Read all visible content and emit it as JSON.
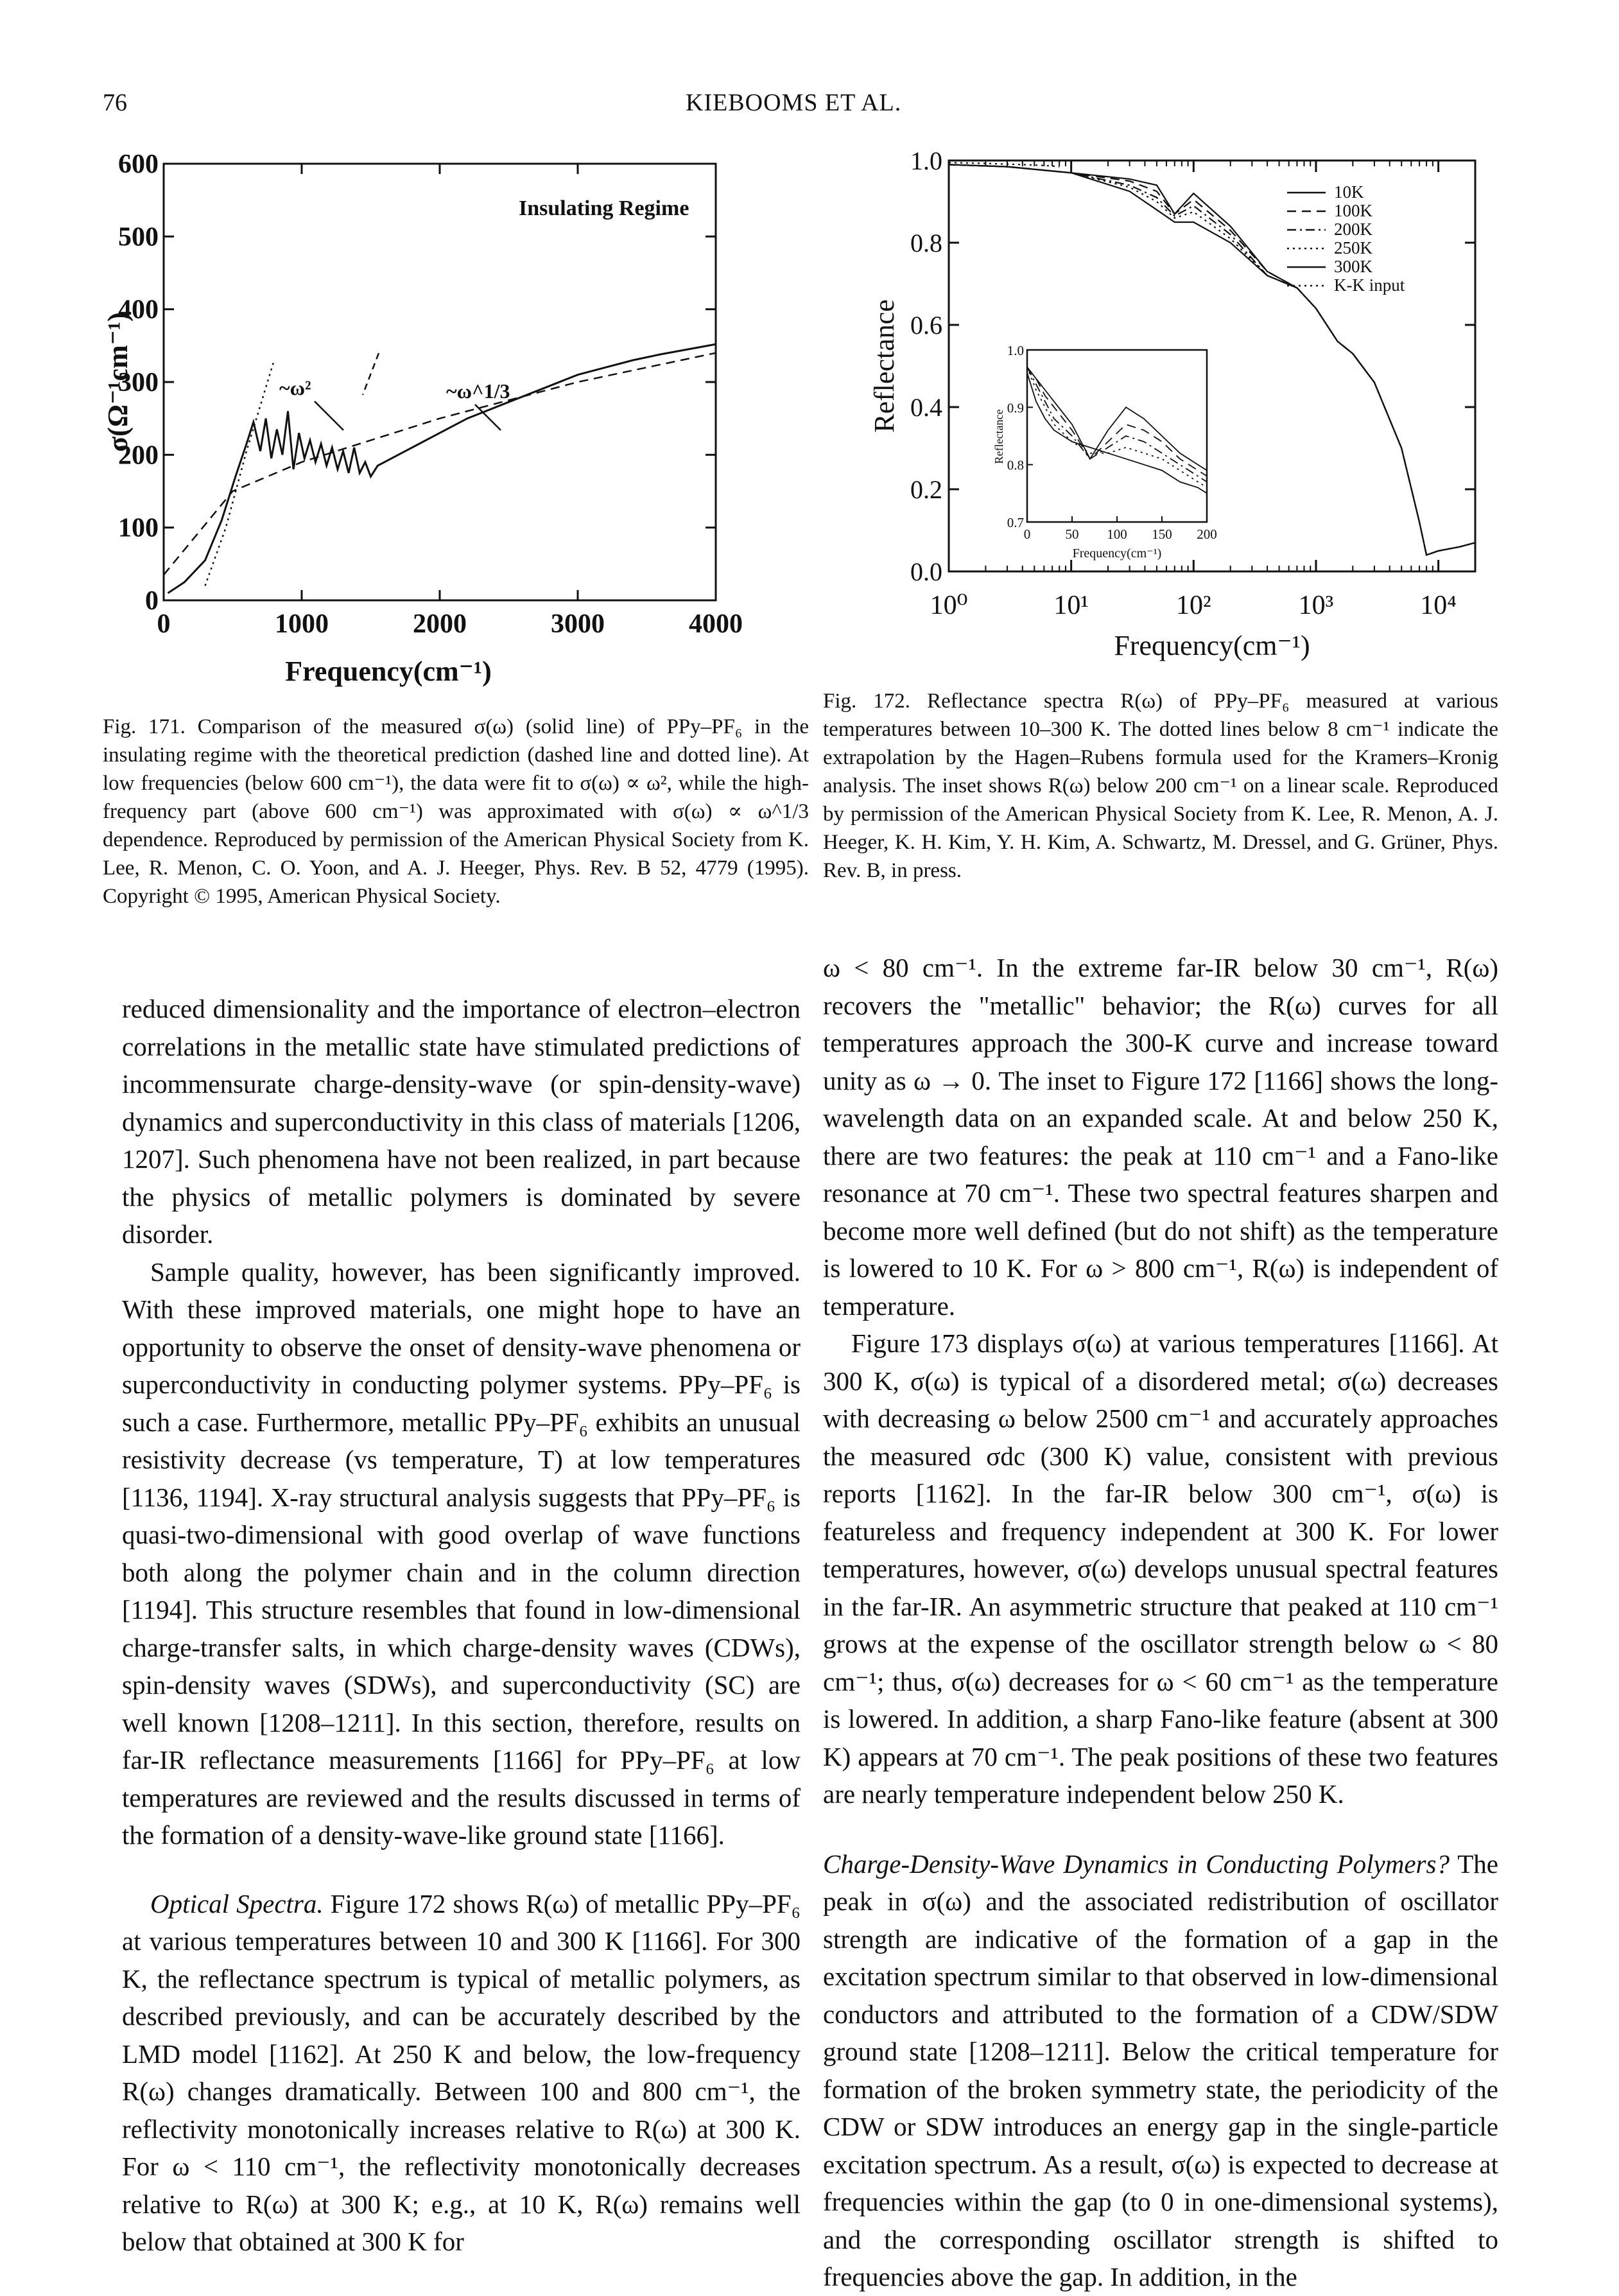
{
  "header": {
    "page_number": "76",
    "running_head": "KIEBOOMS ET AL."
  },
  "fig171": {
    "caption": "Fig. 171. Comparison of the measured σ(ω) (solid line) of PPy–PF₆ in the insulating regime with the theoretical prediction (dashed line and dotted line). At low frequencies (below 600 cm⁻¹), the data were fit to σ(ω) ∝ ω², while the high-frequency part (above 600 cm⁻¹) was approximated with σ(ω) ∝ ω^1/3 dependence. Reproduced by permission of the American Physical Society from K. Lee, R. Menon, C. O. Yoon, and A. J. Heeger, Phys. Rev. B 52, 4779 (1995). Copyright © 1995, American Physical Society."
  },
  "fig172": {
    "caption": "Fig. 172. Reflectance spectra R(ω) of PPy–PF₆ measured at various temperatures between 10–300 K. The dotted lines below 8 cm⁻¹ indicate the extrapolation by the Hagen–Rubens formula used for the Kramers–Kronig analysis. The inset shows R(ω) below 200 cm⁻¹ on a linear scale. Reproduced by permission of the American Physical Society from K. Lee, R. Menon, A. J. Heeger, K. H. Kim, Y. H. Kim, A. Schwartz, M. Dressel, and G. Grüner, Phys. Rev. B, in press."
  },
  "chart_data": [
    {
      "type": "line",
      "id": "fig171",
      "xlabel": "Frequency(cm⁻¹)",
      "ylabel": "σ(Ω⁻¹cm⁻¹)",
      "xlim": [
        0,
        4000
      ],
      "ylim": [
        0,
        600
      ],
      "xticks": [
        "0",
        "1000",
        "2000",
        "3000",
        "4000"
      ],
      "yticks": [
        "0",
        "100",
        "200",
        "300",
        "400",
        "500",
        "600"
      ],
      "annotations": [
        "Insulating Regime",
        "~ω²",
        "~ω^1/3"
      ],
      "series": [
        {
          "style": "solid",
          "x": [
            30,
            150,
            300,
            420,
            520,
            600,
            650,
            700,
            740,
            780,
            820,
            860,
            900,
            940,
            980,
            1020,
            1060,
            1100,
            1140,
            1180,
            1220,
            1260,
            1300,
            1340,
            1380,
            1420,
            1460,
            1500,
            1550,
            1600,
            1700,
            1800,
            2000,
            2200,
            2400,
            2600,
            2800,
            3000,
            3200,
            3400,
            3600,
            3800,
            4000
          ],
          "y": [
            10,
            25,
            55,
            110,
            170,
            215,
            245,
            205,
            250,
            195,
            235,
            200,
            260,
            180,
            230,
            195,
            220,
            190,
            215,
            185,
            210,
            180,
            205,
            175,
            210,
            175,
            190,
            170,
            185,
            190,
            200,
            210,
            230,
            250,
            265,
            280,
            295,
            310,
            320,
            330,
            338,
            345,
            352
          ]
        },
        {
          "style": "dashed",
          "x": [
            0,
            500,
            1000,
            1500,
            2000,
            2500,
            3000,
            3500,
            4000
          ],
          "y": [
            35,
            150,
            190,
            220,
            250,
            275,
            300,
            320,
            340
          ]
        },
        {
          "style": "dotted",
          "x": [
            300,
            450,
            600,
            720,
            800
          ],
          "y": [
            20,
            100,
            205,
            280,
            330
          ]
        }
      ]
    },
    {
      "type": "line",
      "id": "fig172",
      "xlabel": "Frequency(cm⁻¹)",
      "ylabel": "Reflectance",
      "xscale": "log",
      "xlim": [
        1,
        20000
      ],
      "ylim": [
        0.0,
        1.0
      ],
      "xticks": [
        "10⁰",
        "10¹",
        "10²",
        "10³",
        "10⁴"
      ],
      "yticks": [
        "0.0",
        "0.2",
        "0.4",
        "0.6",
        "0.8",
        "1.0"
      ],
      "legend": [
        "10K",
        "100K",
        "200K",
        "250K",
        "300K",
        "K-K input"
      ],
      "series": [
        {
          "name": "10K",
          "x": [
            1,
            3,
            10,
            30,
            50,
            70,
            100,
            200,
            400,
            700,
            1000,
            1500,
            2000,
            3000,
            5000,
            7000,
            8000,
            10000,
            15000,
            20000
          ],
          "y": [
            0.99,
            0.985,
            0.97,
            0.955,
            0.94,
            0.87,
            0.92,
            0.84,
            0.73,
            0.69,
            0.64,
            0.56,
            0.53,
            0.46,
            0.3,
            0.12,
            0.04,
            0.05,
            0.06,
            0.07
          ]
        },
        {
          "name": "100K",
          "x": [
            1,
            3,
            10,
            30,
            50,
            70,
            100,
            200,
            400,
            700,
            1000,
            1500,
            2000,
            3000,
            5000,
            7000,
            8000,
            10000,
            15000,
            20000
          ],
          "y": [
            0.99,
            0.985,
            0.97,
            0.95,
            0.925,
            0.87,
            0.905,
            0.83,
            0.73,
            0.69,
            0.64,
            0.56,
            0.53,
            0.46,
            0.3,
            0.12,
            0.04,
            0.05,
            0.06,
            0.07
          ]
        },
        {
          "name": "200K",
          "x": [
            1,
            3,
            10,
            30,
            50,
            70,
            100,
            200,
            400,
            700,
            1000,
            1500,
            2000,
            3000,
            5000,
            7000,
            8000,
            10000,
            15000,
            20000
          ],
          "y": [
            0.99,
            0.985,
            0.97,
            0.94,
            0.91,
            0.865,
            0.89,
            0.82,
            0.72,
            0.69,
            0.64,
            0.56,
            0.53,
            0.46,
            0.3,
            0.12,
            0.04,
            0.05,
            0.06,
            0.07
          ]
        },
        {
          "name": "250K",
          "x": [
            1,
            3,
            10,
            30,
            50,
            70,
            100,
            200,
            400,
            700,
            1000,
            1500,
            2000,
            3000,
            5000,
            7000,
            8000,
            10000,
            15000,
            20000
          ],
          "y": [
            0.99,
            0.985,
            0.97,
            0.935,
            0.9,
            0.86,
            0.875,
            0.81,
            0.72,
            0.69,
            0.64,
            0.56,
            0.53,
            0.46,
            0.3,
            0.12,
            0.04,
            0.05,
            0.06,
            0.07
          ]
        },
        {
          "name": "300K",
          "x": [
            1,
            3,
            10,
            30,
            50,
            70,
            100,
            200,
            400,
            700,
            1000,
            1500,
            2000,
            3000,
            5000,
            7000,
            8000,
            10000,
            15000,
            20000
          ],
          "y": [
            0.99,
            0.985,
            0.97,
            0.925,
            0.88,
            0.85,
            0.85,
            0.8,
            0.72,
            0.69,
            0.64,
            0.56,
            0.53,
            0.46,
            0.3,
            0.12,
            0.04,
            0.05,
            0.06,
            0.07
          ]
        },
        {
          "name": "K-K input",
          "x": [
            1,
            2,
            4,
            6,
            8
          ],
          "y": [
            0.995,
            0.993,
            0.99,
            0.988,
            0.985
          ]
        }
      ],
      "inset": {
        "xlabel": "Frequency(cm⁻¹)",
        "ylabel": "Reflectance",
        "xlim": [
          0,
          200
        ],
        "ylim": [
          0.7,
          1.0
        ],
        "xticks": [
          "0",
          "50",
          "100",
          "150",
          "200"
        ],
        "yticks": [
          "0.7",
          "0.8",
          "0.9",
          "1.0"
        ],
        "series": [
          {
            "name": "10K",
            "x": [
              0,
              10,
              20,
              30,
              50,
              70,
              90,
              110,
              130,
              150,
              170,
              190,
              200
            ],
            "y": [
              0.97,
              0.95,
              0.93,
              0.91,
              0.87,
              0.81,
              0.86,
              0.9,
              0.88,
              0.85,
              0.82,
              0.8,
              0.79
            ]
          },
          {
            "name": "100K",
            "x": [
              0,
              10,
              20,
              30,
              50,
              70,
              90,
              110,
              130,
              150,
              170,
              190,
              200
            ],
            "y": [
              0.97,
              0.95,
              0.92,
              0.9,
              0.86,
              0.81,
              0.84,
              0.87,
              0.86,
              0.84,
              0.81,
              0.79,
              0.78
            ]
          },
          {
            "name": "200K",
            "x": [
              0,
              10,
              20,
              30,
              50,
              70,
              90,
              110,
              130,
              150,
              170,
              190,
              200
            ],
            "y": [
              0.97,
              0.94,
              0.91,
              0.88,
              0.85,
              0.81,
              0.83,
              0.85,
              0.84,
              0.82,
              0.8,
              0.78,
              0.77
            ]
          },
          {
            "name": "250K",
            "x": [
              0,
              10,
              20,
              30,
              50,
              70,
              90,
              110,
              130,
              150,
              170,
              190,
              200
            ],
            "y": [
              0.97,
              0.93,
              0.9,
              0.87,
              0.84,
              0.82,
              0.82,
              0.83,
              0.82,
              0.81,
              0.79,
              0.77,
              0.76
            ]
          },
          {
            "name": "300K",
            "x": [
              0,
              10,
              20,
              30,
              50,
              70,
              90,
              110,
              130,
              150,
              170,
              190,
              200
            ],
            "y": [
              0.96,
              0.91,
              0.88,
              0.86,
              0.84,
              0.83,
              0.82,
              0.81,
              0.8,
              0.79,
              0.77,
              0.76,
              0.75
            ]
          }
        ]
      }
    }
  ],
  "left_column": {
    "p1": "reduced dimensionality and the importance of electron–electron correlations in the metallic state have stimulated predictions of incommensurate charge-density-wave (or spin-density-wave) dynamics and superconductivity in this class of materials [1206, 1207]. Such phenomena have not been realized, in part because the physics of metallic polymers is dominated by severe disorder.",
    "p2": "Sample quality, however, has been significantly improved. With these improved materials, one might hope to have an opportunity to observe the onset of density-wave phenomena or superconductivity in conducting polymer systems. PPy–PF₆ is such a case. Furthermore, metallic PPy–PF₆ exhibits an unusual resistivity decrease (vs temperature, T) at low temperatures [1136, 1194]. X-ray structural analysis suggests that PPy–PF₆ is quasi-two-dimensional with good overlap of wave functions both along the polymer chain and in the column direction [1194]. This structure resembles that found in low-dimensional charge-transfer salts, in which charge-density waves (CDWs), spin-density waves (SDWs), and superconductivity (SC) are well known [1208–1211]. In this section, therefore, results on far-IR reflectance measurements [1166] for PPy–PF₆ at low temperatures are reviewed and the results discussed in terms of the formation of a density-wave-like ground state [1166].",
    "p3_heading": "Optical Spectra.",
    "p3": "Figure 172 shows R(ω) of metallic PPy–PF₆ at various temperatures between 10 and 300 K [1166]. For 300 K, the reflectance spectrum is typical of metallic polymers, as described previously, and can be accurately described by the LMD model [1162]. At 250 K and below, the low-frequency R(ω) changes dramatically. Between 100 and 800 cm⁻¹, the reflectivity monotonically increases relative to R(ω) at 300 K. For ω < 110 cm⁻¹, the reflectivity monotonically decreases relative to R(ω) at 300 K; e.g., at 10 K, R(ω) remains well below that obtained at 300 K for"
  },
  "right_column": {
    "p1": "ω < 80 cm⁻¹. In the extreme far-IR below 30 cm⁻¹, R(ω) recovers the \"metallic\" behavior; the R(ω) curves for all temperatures approach the 300-K curve and increase toward unity as ω → 0. The inset to Figure 172 [1166] shows the long-wavelength data on an expanded scale. At and below 250 K, there are two features: the peak at 110 cm⁻¹ and a Fano-like resonance at 70 cm⁻¹. These two spectral features sharpen and become more well defined (but do not shift) as the temperature is lowered to 10 K. For ω > 800 cm⁻¹, R(ω) is independent of temperature.",
    "p2": "Figure 173 displays σ(ω) at various temperatures [1166]. At 300 K, σ(ω) is typical of a disordered metal; σ(ω) decreases with decreasing ω below 2500 cm⁻¹ and accurately approaches the measured σdc (300 K) value, consistent with previous reports [1162]. In the far-IR below 300 cm⁻¹, σ(ω) is featureless and frequency independent at 300 K. For lower temperatures, however, σ(ω) develops unusual spectral features in the far-IR. An asymmetric structure that peaked at 110 cm⁻¹ grows at the expense of the oscillator strength below ω < 80 cm⁻¹; thus, σ(ω) decreases for ω < 60 cm⁻¹ as the temperature is lowered. In addition, a sharp Fano-like feature (absent at 300 K) appears at 70 cm⁻¹. The peak positions of these two features are nearly temperature independent below 250 K.",
    "p3_heading": "Charge-Density-Wave Dynamics in Conducting Polymers?",
    "p3": "The peak in σ(ω) and the associated redistribution of oscillator strength are indicative of the formation of a gap in the excitation spectrum similar to that observed in low-dimensional conductors and attributed to the formation of a CDW/SDW ground state [1208–1211]. Below the critical temperature for formation of the broken symmetry state, the periodicity of the CDW or SDW introduces an energy gap in the single-particle excitation spectrum. As a result, σ(ω) is expected to decrease at frequencies within the gap (to 0 in one-dimensional systems), and the corresponding oscillator strength is shifted to frequencies above the gap. In addition, in the"
  }
}
